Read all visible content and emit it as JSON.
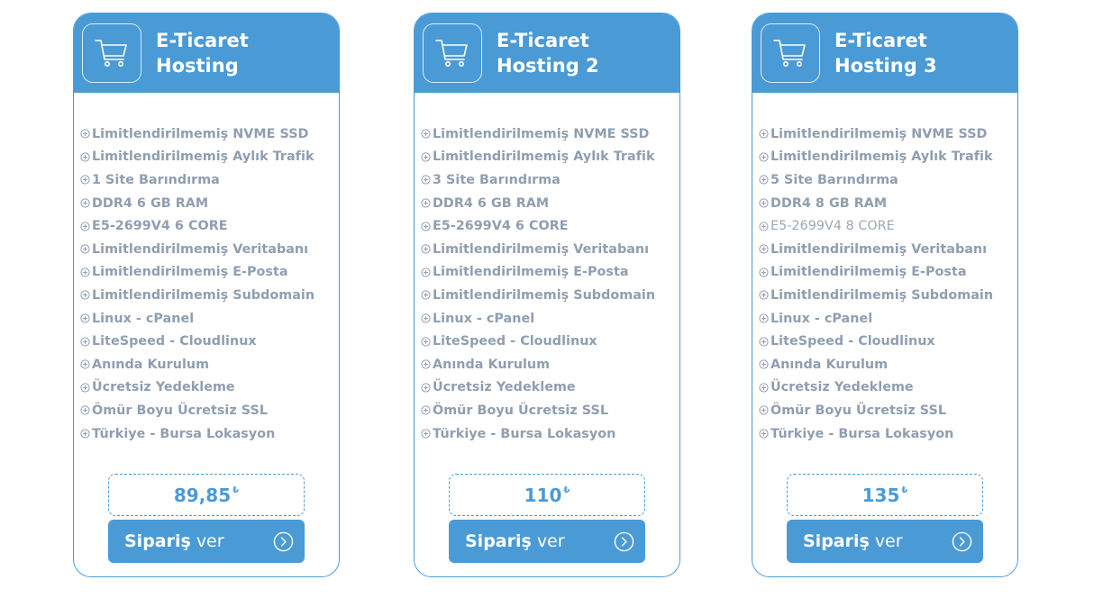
{
  "plans": [
    {
      "title": "E-Ticaret Hosting",
      "features": [
        "Limitlendirilmemiş NVME SSD",
        "Limitlendirilmemiş Aylık Trafik",
        "1 Site Barındırma",
        "DDR4 6 GB RAM",
        "E5-2699V4 6 CORE",
        "Limitlendirilmemiş Veritabanı",
        "Limitlendirilmemiş E-Posta",
        "Limitlendirilmemiş Subdomain",
        "Linux - cPanel",
        "LiteSpeed - Cloudlinux",
        "Anında Kurulum",
        "Ücretsiz Yedekleme",
        "Ömür Boyu Ücretsiz SSL",
        "Türkiye - Bursa Lokasyon"
      ],
      "price": "89,85",
      "currency": "₺",
      "order_strong": "Sipariş",
      "order_light": "ver"
    },
    {
      "title": "E-Ticaret Hosting 2",
      "features": [
        "Limitlendirilmemiş NVME SSD",
        "Limitlendirilmemiş Aylık Trafik",
        "3 Site Barındırma",
        "DDR4 6 GB RAM",
        "E5-2699V4 6 CORE",
        "Limitlendirilmemiş Veritabanı",
        "Limitlendirilmemiş E-Posta",
        "Limitlendirilmemiş Subdomain",
        "Linux - cPanel",
        "LiteSpeed - Cloudlinux",
        "Anında Kurulum",
        "Ücretsiz Yedekleme",
        "Ömür Boyu Ücretsiz SSL",
        "Türkiye - Bursa Lokasyon"
      ],
      "price": "110",
      "currency": "₺",
      "order_strong": "Sipariş",
      "order_light": "ver"
    },
    {
      "title": "E-Ticaret Hosting 3",
      "features": [
        "Limitlendirilmemiş NVME SSD",
        "Limitlendirilmemiş Aylık Trafik",
        "5 Site Barındırma",
        "DDR4 8 GB RAM",
        "E5-2699V4 8 CORE",
        "Limitlendirilmemiş Veritabanı",
        "Limitlendirilmemiş E-Posta",
        "Limitlendirilmemiş Subdomain",
        "Linux - cPanel",
        "LiteSpeed - Cloudlinux",
        "Anında Kurulum",
        "Ücretsiz Yedekleme",
        "Ömür Boyu Ücretsiz SSL",
        "Türkiye - Bursa Lokasyon"
      ],
      "price": "135",
      "currency": "₺",
      "order_strong": "Sipariş",
      "order_light": "ver"
    }
  ],
  "icons": {
    "header": "shopping-cart-icon",
    "feature": "plus-circle-icon",
    "button": "chevron-right-circle-icon"
  },
  "colors": {
    "accent": "#4a9ad6",
    "feature_text": "#8f9eb0",
    "background": "#ffffff"
  }
}
